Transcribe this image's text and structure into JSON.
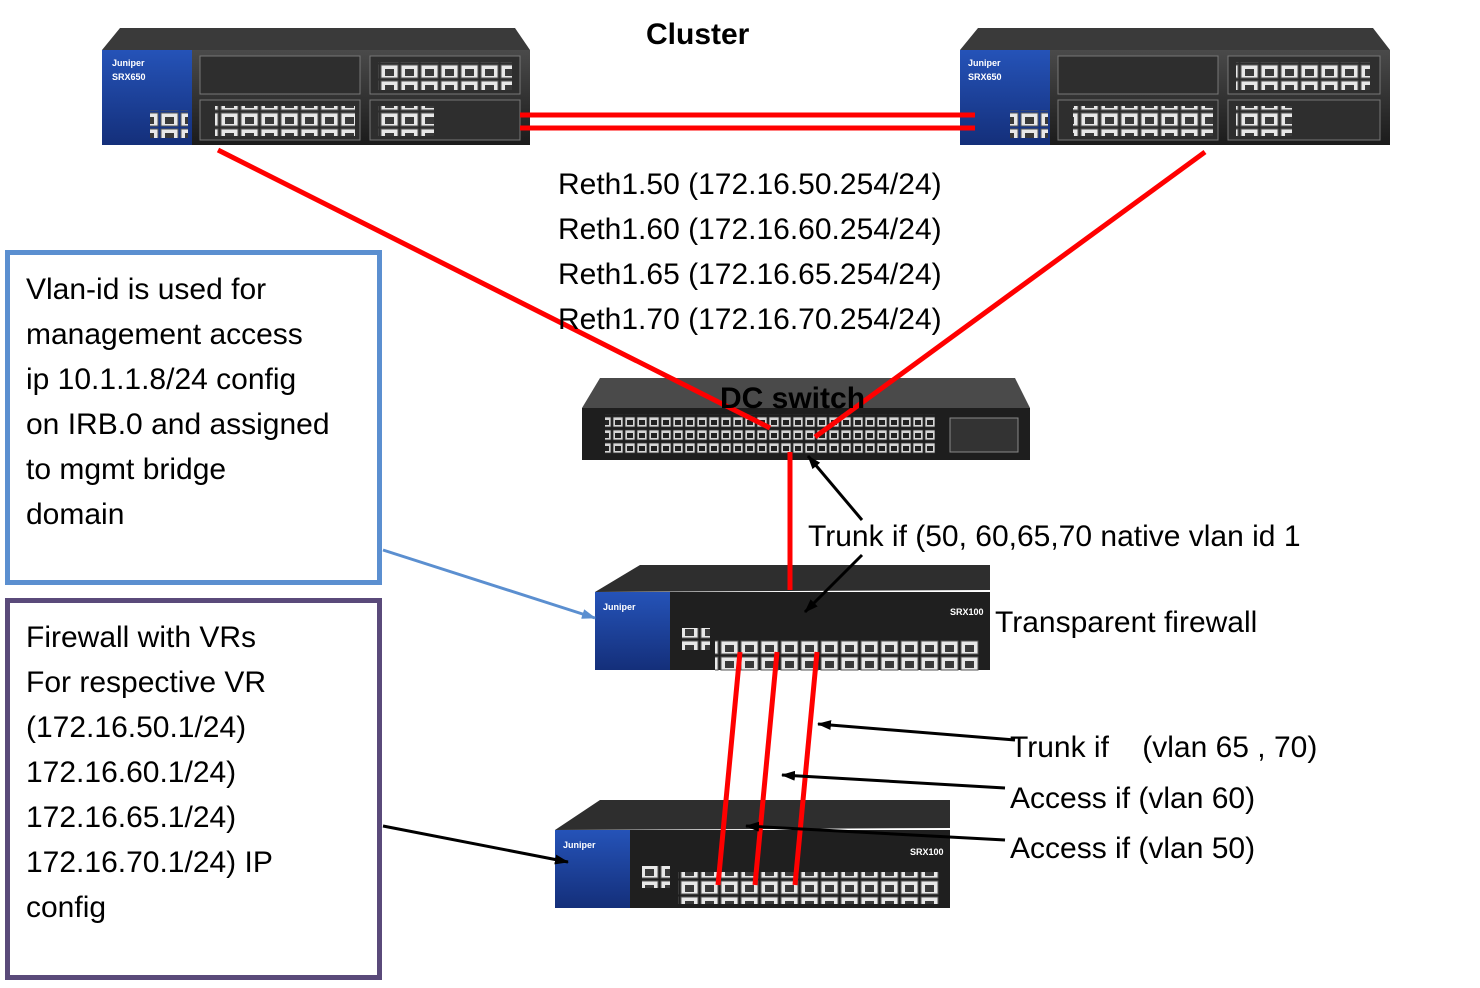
{
  "title": "Cluster",
  "dc_switch_label": "DC switch",
  "reth_labels": [
    "Reth1.50 (172.16.50.254/24)",
    "Reth1.60 (172.16.60.254/24)",
    "Reth1.65 (172.16.65.254/24)",
    "Reth1.70 (172.16.70.254/24)"
  ],
  "trunk_dc_label": "Trunk if (50, 60,65,70 native vlan id 1",
  "transparent_fw_label": "Transparent firewall",
  "link_labels": {
    "trunk": "Trunk if    (vlan 65 , 70)",
    "access60": "Access if (vlan 60)",
    "access50": "Access if (vlan 50)"
  },
  "notes": {
    "mgmt": [
      "Vlan-id is used for",
      "management access",
      "ip 10.1.1.8/24 config",
      "on IRB.0 and assigned",
      "to mgmt bridge",
      "domain"
    ],
    "vr": [
      "Firewall with VRs",
      "For respective VR",
      "(172.16.50.1/24)",
      "172.16.60.1/24)",
      "172.16.65.1/24)",
      "172.16.70.1/24) IP",
      "config"
    ]
  },
  "device_labels": {
    "brand": "Juniper",
    "srx650": "SRX650",
    "srx100": "SRX100"
  },
  "colors": {
    "link": "#ff0000",
    "arrow_black": "#000000",
    "arrow_blue": "#5b8fd0",
    "note_mgmt_border": "#5b8fd0",
    "note_vr_border": "#5a4a7a",
    "device_blue": "#1a3f95",
    "device_dark": "#2a2a2a"
  }
}
